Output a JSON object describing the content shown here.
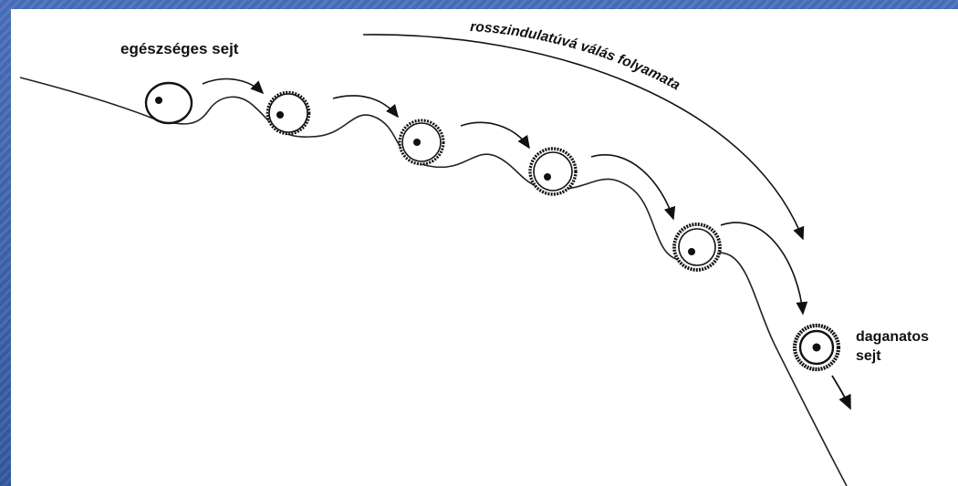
{
  "labels": {
    "healthy_cell": "egészséges sejt",
    "process": "rosszindulatúvá válás folyamata",
    "tumor_cell_line1": "daganatos",
    "tumor_cell_line2": "sejt"
  },
  "colors": {
    "background": "#3a5fa8",
    "panel": "#ffffff",
    "ink": "#111111"
  }
}
